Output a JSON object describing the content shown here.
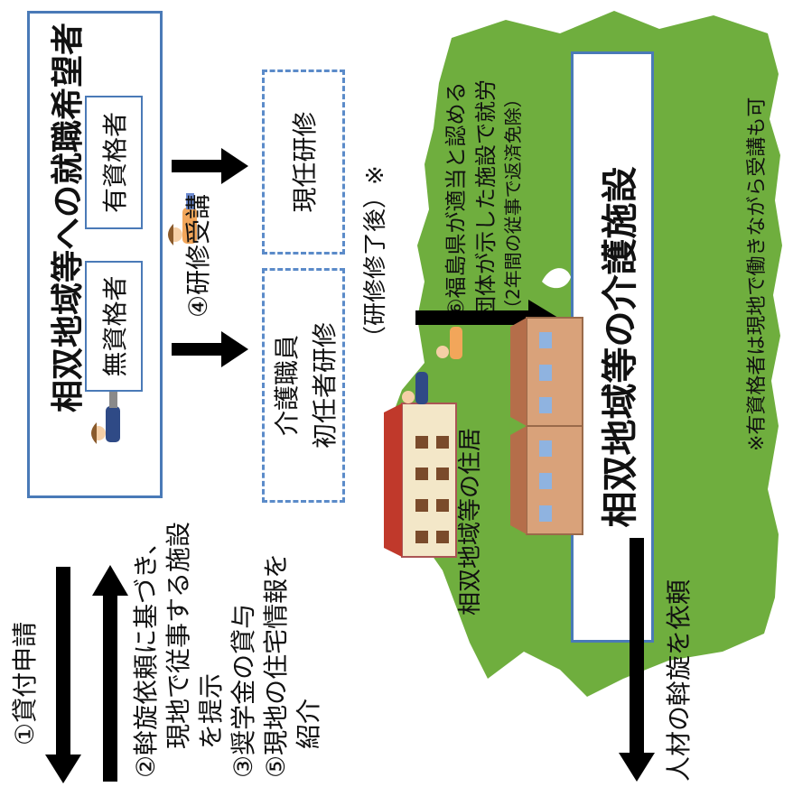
{
  "job_seekers": {
    "title": "相双地域等への就職希望者",
    "unqualified": "無資格者",
    "qualified": "有資格者"
  },
  "trainings": {
    "initial": [
      "介護職員",
      "初任者研修"
    ],
    "current": "現任研修"
  },
  "steps": {
    "training": "④研修受講",
    "after_training": "（研修修了後）※",
    "work_lines": [
      "⑥福島県が適当と認める",
      "団体が示した施設で就労",
      "（2年間の従事で返済免除）"
    ],
    "loan_application": "①貸付申請",
    "placement_lines": [
      "②斡旋依頼に基づき、",
      "現地で従事する施設",
      "を提示"
    ],
    "scholarship": "③奨学金の貸与",
    "housing_lines": [
      "⑤現地の住宅情報を",
      "紹介"
    ],
    "request_placement": "人材の斡旋を依頼"
  },
  "places": {
    "facility": "相双地域等の介護施設",
    "housing": "相双地域等の住居"
  },
  "note": "※有資格者は現地で働きながら受講も可",
  "colors": {
    "box_border": "#4a7ab7",
    "dashed_border": "#5b8bc9",
    "map_green": "#6fae3e",
    "arrow": "#000000"
  }
}
